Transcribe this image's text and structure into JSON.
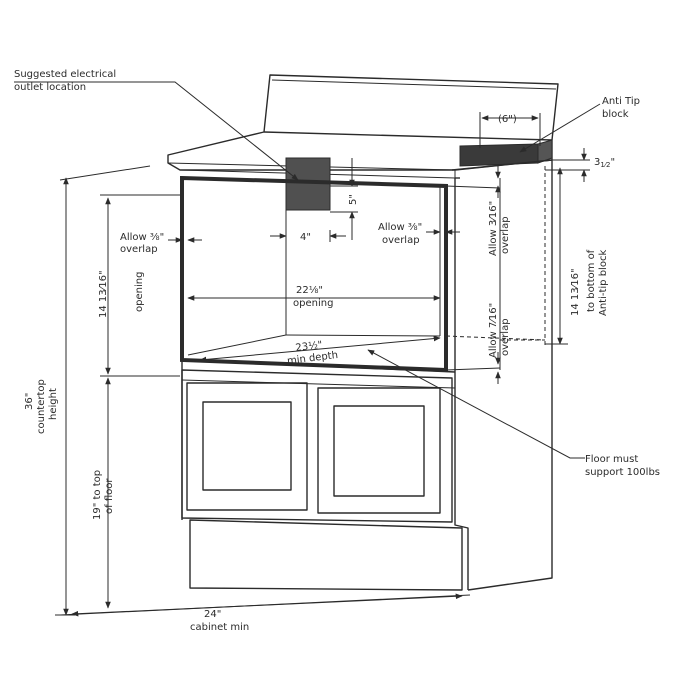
{
  "colors": {
    "line": "#2b2b2b",
    "outlet_fill": "#505050",
    "anti_tip_fill": "#3a3a3a",
    "background": "#ffffff"
  },
  "labels": {
    "outlet_line1": "Suggested electrical",
    "outlet_line2": "outlet location",
    "anti_tip_line1": "Anti Tip",
    "anti_tip_line2": "block",
    "six_inch": "(6\")",
    "three_half_whole": "3",
    "three_half_frac": "1⁄2",
    "quote": "\"",
    "five_inch": "5\"",
    "four_inch": "4\"",
    "allow_left_line1": "Allow ⅜\"",
    "allow_left_line2": "overlap",
    "allow_mid_line1": "Allow ⅜\"",
    "allow_mid_line2": "overlap",
    "allow_right_top_line1": "Allow 3⁄16\"",
    "allow_right_top_line2": "overlap",
    "allow_right_bot_line1": "Allow 7⁄16\"",
    "allow_right_bot_line2": "overlap",
    "opening_height_line1": "14 13⁄16\"",
    "opening_height_line2": "opening",
    "width_opening_line1": "22⅛\"",
    "width_opening_line2": "opening",
    "depth_line1": "23½\"",
    "depth_line2": "min depth",
    "anti_tip_dim_line1": "14 13⁄16\"",
    "anti_tip_dim_line2": "to bottom of",
    "anti_tip_dim_line3": "Anti-tip block",
    "countertop_line1": "36\"",
    "countertop_line2": "countertop",
    "countertop_line3": "height",
    "floor_line1": "19\" to top",
    "floor_line2": "of floor",
    "floor_support_line1": "Floor must",
    "floor_support_line2": "support 100lbs",
    "cabinet_line1": "24\"",
    "cabinet_line2": "cabinet min"
  }
}
